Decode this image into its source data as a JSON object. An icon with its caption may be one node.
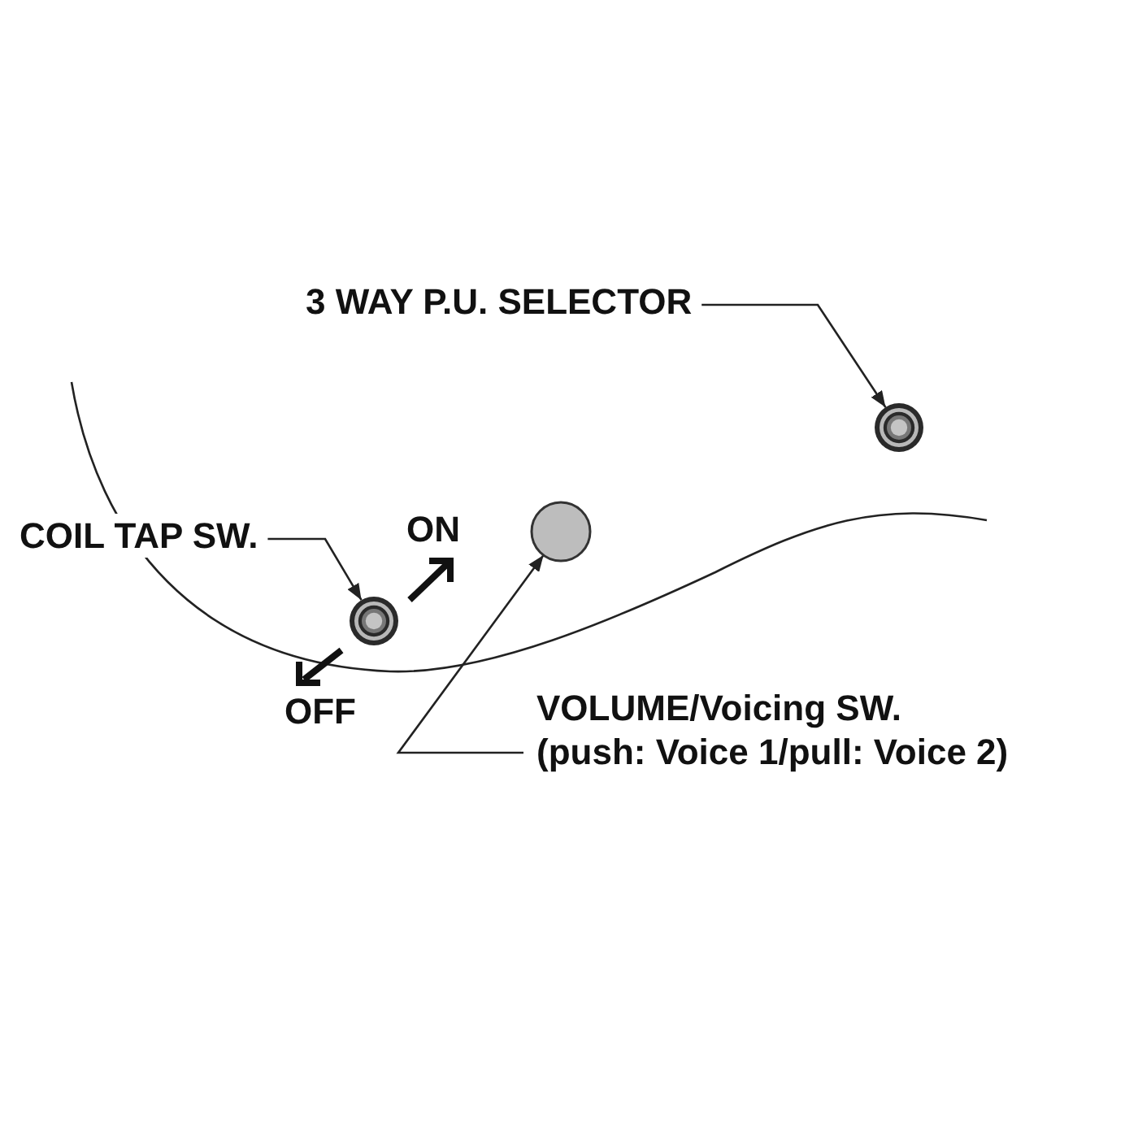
{
  "diagram": {
    "nodes": [
      {
        "text": [
          "3 WAY P.U. SELECTOR"
        ]
      },
      {
        "text": [],
        "shape": "circle"
      },
      {
        "text": [
          "COIL TAP SW."
        ]
      },
      {
        "text": [],
        "shape": "circle"
      },
      {
        "text": [],
        "shape": "circle"
      },
      {
        "text": [
          "VOLUME/Voicing SW.",
          "(push: Voice 1/pull: Voice 2)"
        ]
      }
    ],
    "edges": [
      {
        "from": 0,
        "to": 1,
        "arrow": "to"
      },
      {
        "from": 2,
        "to": 3,
        "arrow": "to"
      },
      {
        "from": 5,
        "to": 4,
        "arrow": "to"
      }
    ],
    "labels": [
      "ON",
      "OFF"
    ]
  }
}
